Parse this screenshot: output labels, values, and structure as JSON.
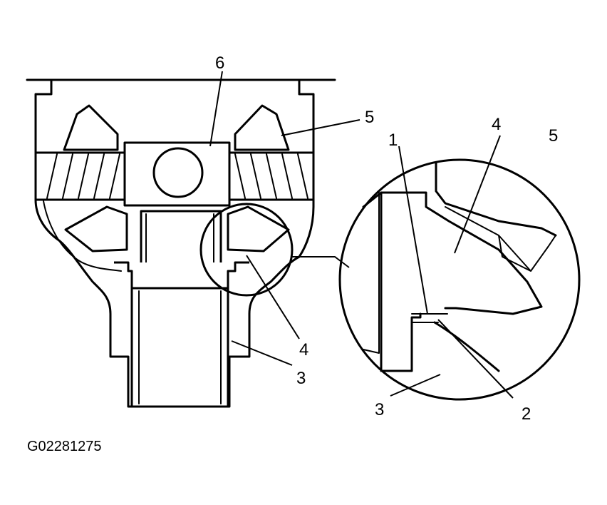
{
  "figure_id": "G02281275",
  "callouts": {
    "main_6": "6",
    "main_5": "5",
    "main_4": "4",
    "main_3": "3",
    "detail_1": "1",
    "detail_4": "4",
    "detail_5": "5",
    "detail_2": "2",
    "detail_3": "3"
  },
  "colors": {
    "line": "#000000",
    "background": "#ffffff"
  }
}
